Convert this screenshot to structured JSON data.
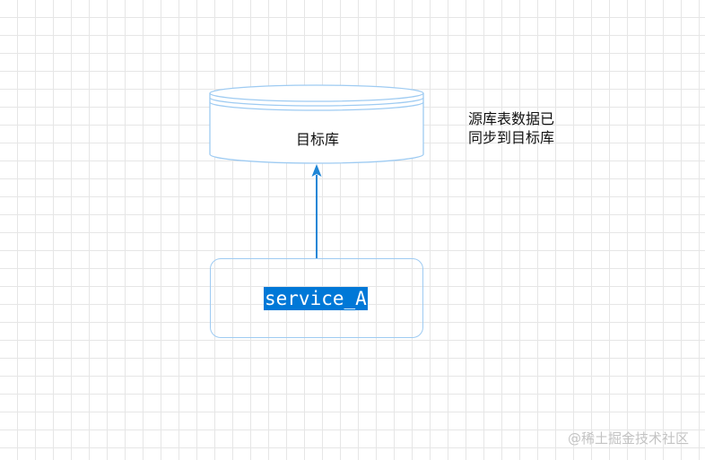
{
  "diagram": {
    "database": {
      "label": "目标库"
    },
    "note": {
      "line1": "源库表数据已",
      "line2": "同步到目标库"
    },
    "service": {
      "label": "service_A"
    }
  },
  "watermark": "@稀土掘金技术社区",
  "colors": {
    "shape_stroke": "#9ecbf2",
    "arrow": "#1f86d6",
    "selection_highlight": "#0078d7",
    "grid": "#e6e6e6"
  }
}
